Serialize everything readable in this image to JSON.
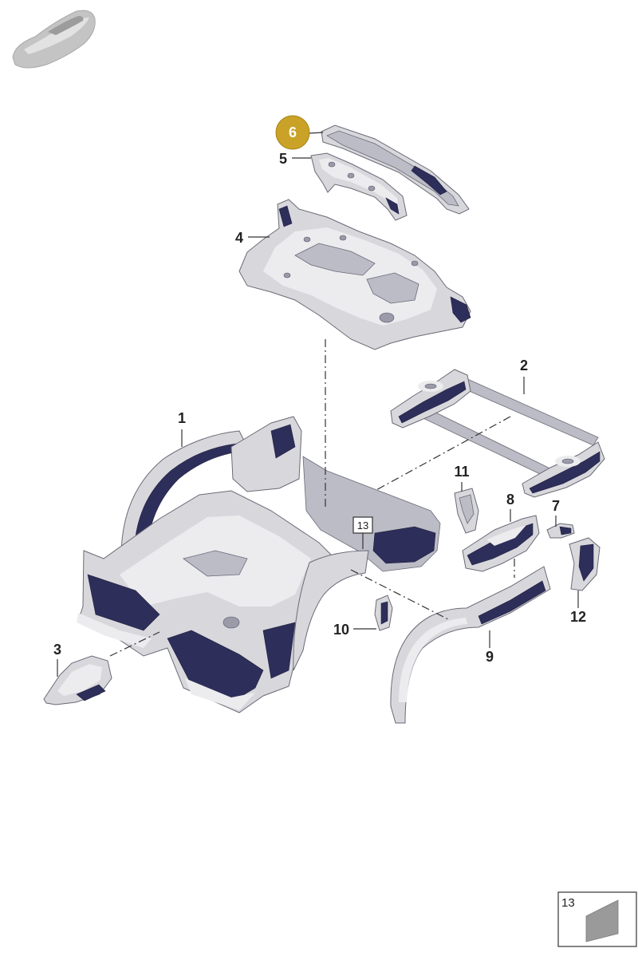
{
  "callouts": {
    "p1": "1",
    "p2": "2",
    "p3": "3",
    "p4": "4",
    "p5": "5",
    "p6": "6",
    "p7": "7",
    "p8": "8",
    "p9": "9",
    "p10": "10",
    "p11": "11",
    "p12": "12",
    "p13": "13"
  },
  "inset": {
    "label": "13"
  },
  "colors": {
    "highlight": "#c9a227",
    "part_fill": "#d8d8dc",
    "part_dark": "#2e2e5a"
  }
}
